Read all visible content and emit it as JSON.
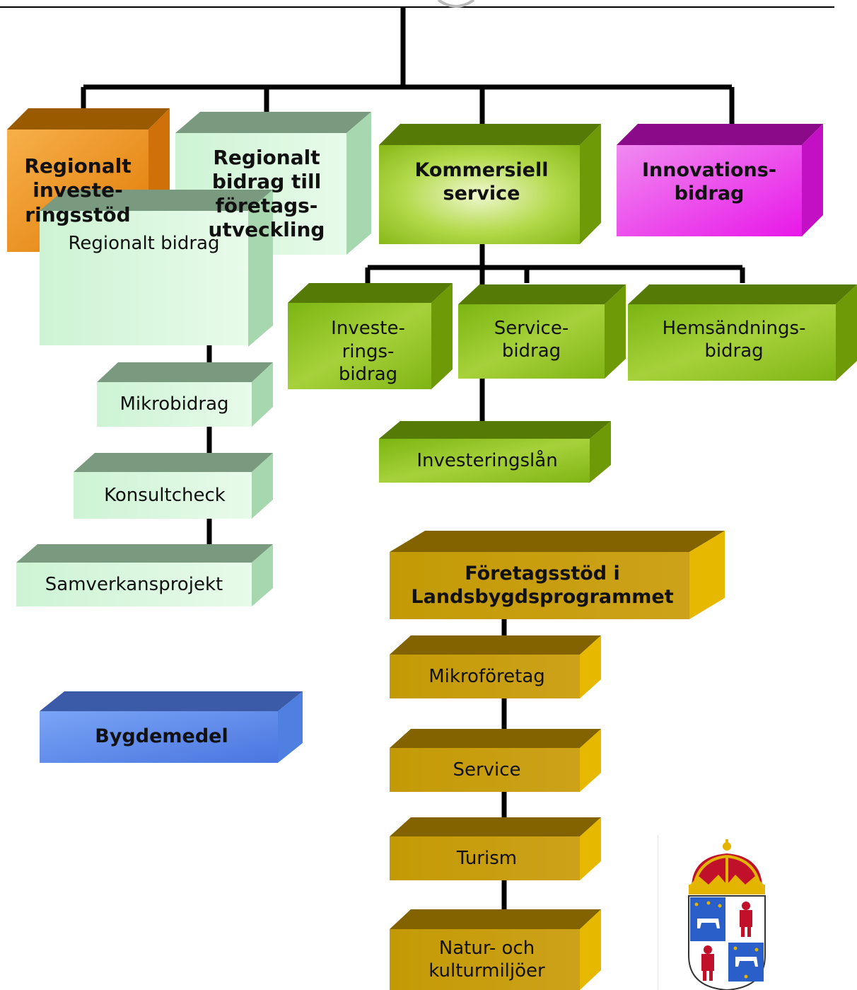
{
  "diagram": {
    "nodes": {
      "regionalt_investeringsstod": {
        "label": "Regionalt\ninveste-\nringsstöd",
        "color": "#e88a10"
      },
      "regionalt_bidrag_foretagsutveckling": {
        "label": "Regionalt\nbidrag till\nföretags-\nutveckling",
        "color": "#d4f5d9"
      },
      "kommersiell_service": {
        "label": "Kommersiell\nservice",
        "color": "#95c520"
      },
      "innovationsbidrag": {
        "label": "Innovations-\nbidrag",
        "color": "#ee22ee"
      },
      "regionalt_bidrag": {
        "label": "Regionalt bidrag",
        "color": "#d4f5d9"
      },
      "mikrobidrag": {
        "label": "Mikrobidrag",
        "color": "#d4f5d9"
      },
      "konsultcheck": {
        "label": "Konsultcheck",
        "color": "#d4f5d9"
      },
      "samverkansprojekt": {
        "label": "Samverkansprojekt",
        "color": "#d4f5d9"
      },
      "investeringsbidrag": {
        "label": "Investe-\nrings-\nbidrag",
        "color": "#95c520"
      },
      "servicebidrag": {
        "label": "Service-\nbidrag",
        "color": "#95c520"
      },
      "hemsandningsbidrag": {
        "label": "Hemsändnings-\nbidrag",
        "color": "#95c520"
      },
      "investeringslan": {
        "label": "Investeringslån",
        "color": "#95c520"
      },
      "foretagsstod_landsbygd": {
        "label": "Företagsstöd i\nLandsbygdsprogrammet",
        "color": "#c89c05"
      },
      "mikroforetag": {
        "label": "Mikroföretag",
        "color": "#c89c05"
      },
      "service": {
        "label": "Service",
        "color": "#c89c05"
      },
      "turism": {
        "label": "Turism",
        "color": "#c89c05"
      },
      "natur_kulturmiljoer": {
        "label": "Natur- och\nkulturmiljöer",
        "color": "#c89c05"
      },
      "bygdemedel": {
        "label": "Bygdemedel",
        "color": "#5b86e6"
      }
    },
    "line_color": "#000000"
  },
  "logo": {
    "name": "county-coat-of-arms-icon"
  }
}
